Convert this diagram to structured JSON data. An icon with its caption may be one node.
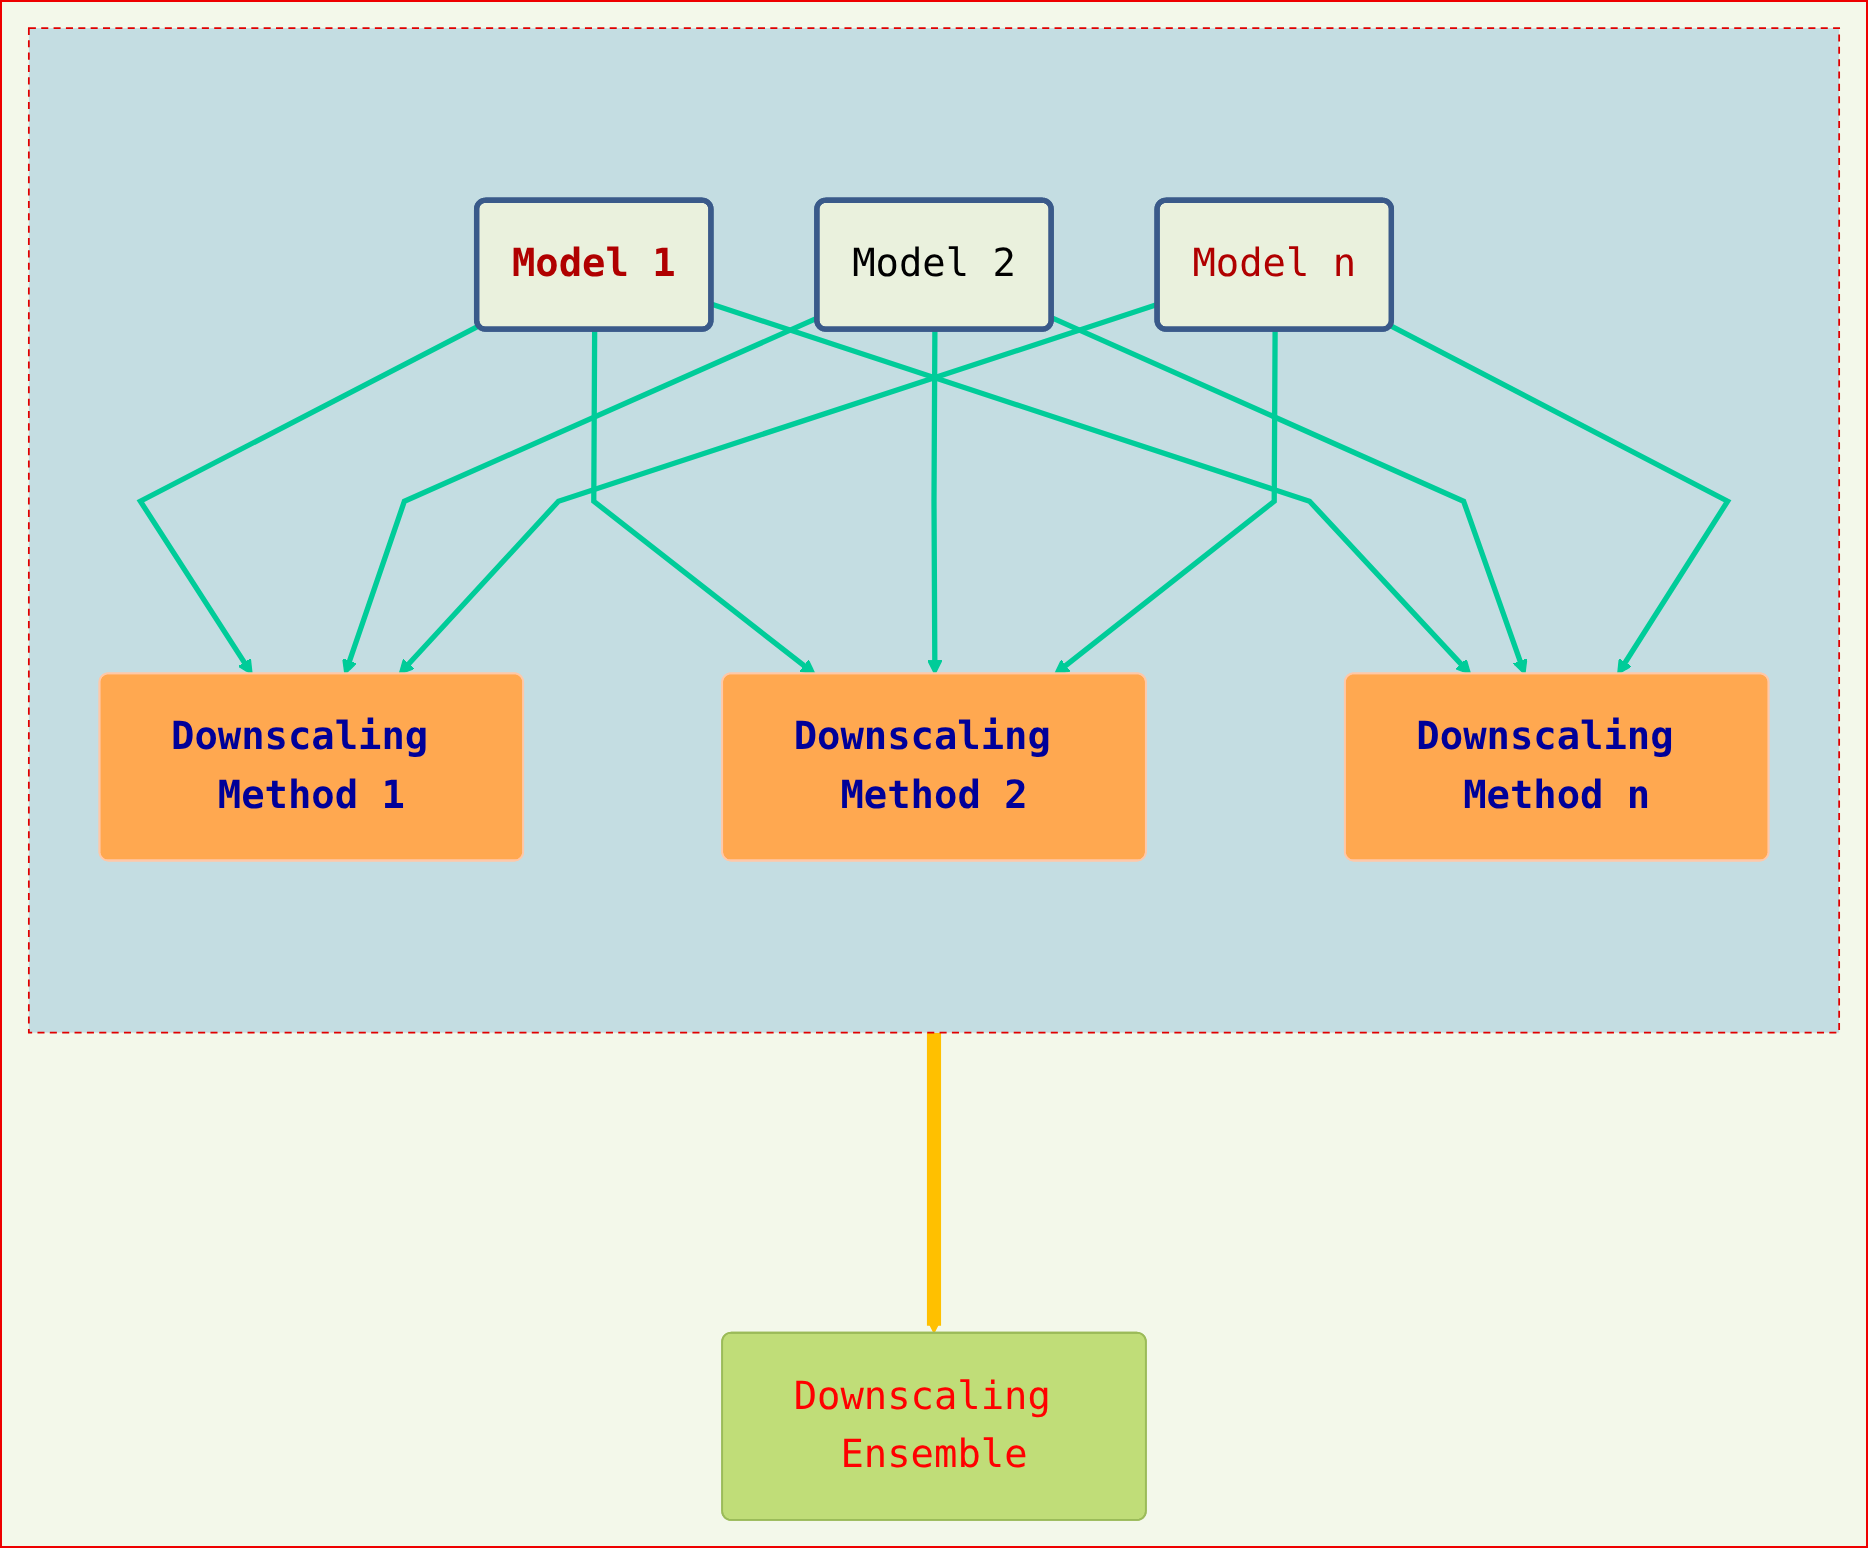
{
  "diagram": {
    "nodes": [
      {
        "text": [],
        "shape": "box"
      },
      {
        "text": [
          "Model 1"
        ],
        "in": 0
      },
      {
        "text": [
          "Model 2"
        ],
        "in": 0
      },
      {
        "text": [
          "Model n"
        ],
        "in": 0
      },
      {
        "text": [
          "Downscaling Method 1"
        ],
        "in": 0
      },
      {
        "text": [
          "Downscaling Method 2"
        ],
        "in": 0
      },
      {
        "text": [
          "Downscaling Method n"
        ],
        "in": 0
      },
      {
        "text": [
          "Downscaling Ensemble"
        ]
      }
    ],
    "edges": [
      {
        "from": 1,
        "to": 4,
        "arrow": "to"
      },
      {
        "from": 1,
        "to": 5,
        "arrow": "to"
      },
      {
        "from": 1,
        "to": 6,
        "arrow": "to"
      },
      {
        "from": 2,
        "to": 4,
        "arrow": "to"
      },
      {
        "from": 2,
        "to": 5,
        "arrow": "to"
      },
      {
        "from": 2,
        "to": 6,
        "arrow": "to"
      },
      {
        "from": 3,
        "to": 4,
        "arrow": "to"
      },
      {
        "from": 3,
        "to": 5,
        "arrow": "to"
      },
      {
        "from": 3,
        "to": 6,
        "arrow": "to"
      },
      {
        "from": 0,
        "to": 7,
        "arrow": "to",
        "style": "thick",
        "color": "#ffc000"
      }
    ]
  }
}
